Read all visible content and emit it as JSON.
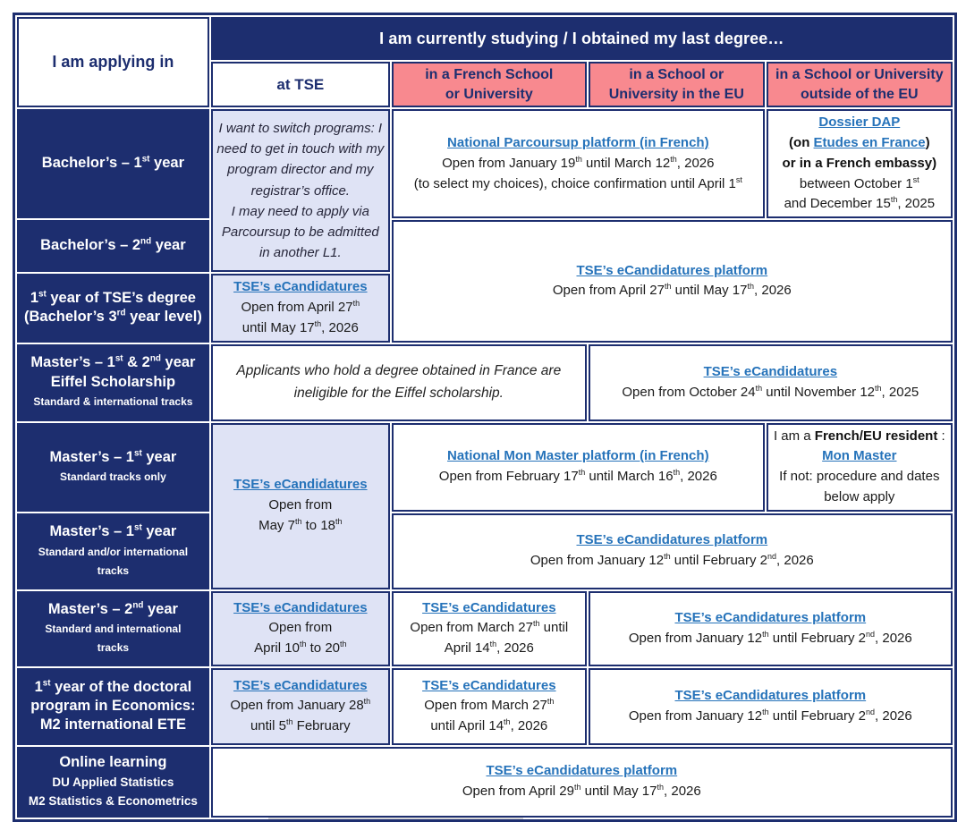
{
  "colors": {
    "navy": "#1d2e6f",
    "pink": "#f8898f",
    "lavender": "#dfe3f5",
    "link": "#2673ba"
  },
  "cells": {
    "corner": {
      "lines": [
        [
          {
            "t": "I am applying in"
          }
        ]
      ]
    },
    "topband": {
      "lines": [
        [
          {
            "t": "I am currently studying / I obtained my last degree…"
          }
        ]
      ]
    },
    "h_tse": {
      "lines": [
        [
          {
            "t": "at TSE"
          }
        ]
      ]
    },
    "h_fr": {
      "lines": [
        [
          {
            "t": "in a French School"
          }
        ],
        [
          {
            "t": "or University"
          }
        ]
      ]
    },
    "h_eu": {
      "lines": [
        [
          {
            "t": "in a School or"
          }
        ],
        [
          {
            "t": "University in the EU"
          }
        ]
      ]
    },
    "h_noneu": {
      "lines": [
        [
          {
            "t": "in a School or University"
          }
        ],
        [
          {
            "t": "outside of the EU"
          }
        ]
      ]
    },
    "r_bachelor1": {
      "lines": [
        [
          {
            "t": "Bachelor’s – 1^{st} year"
          }
        ]
      ]
    },
    "r_bachelor2": {
      "lines": [
        [
          {
            "t": "Bachelor’s – 2^{nd} year"
          }
        ]
      ]
    },
    "r_l3": {
      "lines": [
        [
          {
            "t": "1^{st} year of TSE’s degree"
          }
        ],
        [
          {
            "t": "(Bachelor’s 3^{rd} year level)"
          }
        ]
      ]
    },
    "r_eiffel": {
      "lines": [
        [
          {
            "t": "Master’s – 1^{st} & 2^{nd} year"
          }
        ],
        [
          {
            "t": "Eiffel Scholarship"
          }
        ],
        [
          {
            "t": "Standard & international tracks",
            "c": "sub"
          }
        ]
      ]
    },
    "r_m1_std": {
      "lines": [
        [
          {
            "t": "Master’s – 1^{st} year"
          }
        ],
        [
          {
            "t": "Standard tracks only",
            "c": "sub"
          }
        ]
      ]
    },
    "r_m1_intl": {
      "lines": [
        [
          {
            "t": "Master’s – 1^{st} year"
          }
        ],
        [
          {
            "t": "Standard and/or international",
            "c": "sub"
          }
        ],
        [
          {
            "t": "tracks",
            "c": "sub"
          }
        ]
      ]
    },
    "r_m2": {
      "lines": [
        [
          {
            "t": "Master’s – 2^{nd} year"
          }
        ],
        [
          {
            "t": "Standard and international",
            "c": "sub"
          }
        ],
        [
          {
            "t": "tracks",
            "c": "sub"
          }
        ]
      ]
    },
    "r_phd": {
      "lines": [
        [
          {
            "t": "1^{st} year of the doctoral"
          }
        ],
        [
          {
            "t": "program in Economics:"
          }
        ],
        [
          {
            "t": "M2 international ETE"
          }
        ]
      ]
    },
    "r_online": {
      "lines": [
        [
          {
            "t": "Online learning"
          }
        ],
        [
          {
            "t": "DU Applied Statistics",
            "c": "sub2"
          }
        ],
        [
          {
            "t": "M2 Statistics & Econometrics",
            "c": "sub2"
          }
        ]
      ]
    },
    "switch_note": {
      "lines": [
        [
          {
            "t": "I want to switch programs: I"
          }
        ],
        [
          {
            "t": "need to get in touch with my"
          }
        ],
        [
          {
            "t": "program director and my"
          }
        ],
        [
          {
            "t": "registrar’s office."
          }
        ],
        [
          {
            "t": "I may need to apply via"
          }
        ],
        [
          {
            "t": "Parcoursup to be admitted"
          }
        ],
        [
          {
            "t": "in another L1."
          }
        ]
      ]
    },
    "parcoursup": {
      "lines": [
        [
          {
            "t": "National Parcoursup platform (in French)",
            "c": "lnk",
            "name": "parcoursup-platform-link"
          }
        ],
        [
          {
            "t": "Open from January 19^{th} until March 12^{th}, 2026"
          }
        ],
        [
          {
            "t": "(to select my choices), choice confirmation until April 1^{st}"
          }
        ]
      ]
    },
    "dossier_dap": {
      "lines": [
        [
          {
            "t": "Dossier DAP",
            "c": "lnk",
            "name": "dossier-dap-link"
          }
        ],
        [
          {
            "t": "(on ",
            "c": "b"
          },
          {
            "t": "Etudes en France",
            "c": "lnk",
            "name": "etudes-en-france-link"
          },
          {
            "t": ")",
            "c": "b"
          }
        ],
        [
          {
            "t": "or in a French embassy)",
            "c": "b"
          }
        ],
        [
          {
            "t": "between October 1^{st}"
          }
        ],
        [
          {
            "t": "and December 15^{th}, 2025"
          }
        ]
      ]
    },
    "ecand_bachelor": {
      "lines": [
        [
          {
            "t": "TSE’s eCandidatures platform",
            "c": "lnk",
            "name": "ecandidatures-platform-link"
          }
        ],
        [
          {
            "t": "Open from April 27^{th} until May 17^{th}, 2026"
          }
        ]
      ]
    },
    "ecand_l3": {
      "lines": [
        [
          {
            "t": "TSE’s eCandidatures",
            "c": "lnk",
            "name": "ecandidatures-link"
          }
        ],
        [
          {
            "t": "Open from April 27^{th}"
          }
        ],
        [
          {
            "t": "until May 17^{th}, 2026"
          }
        ]
      ]
    },
    "eiffel_note": {
      "lines": [
        [
          {
            "t": "Applicants who hold a degree obtained in France are"
          }
        ],
        [
          {
            "t": "ineligible for the Eiffel scholarship."
          }
        ]
      ]
    },
    "ecand_eiffel": {
      "lines": [
        [
          {
            "t": "TSE’s eCandidatures",
            "c": "lnk",
            "name": "ecandidatures-link"
          }
        ],
        [
          {
            "t": "Open from October 24^{th} until November 12^{th}, 2025"
          }
        ]
      ]
    },
    "ecand_m1": {
      "lines": [
        [
          {
            "t": "TSE’s eCandidatures",
            "c": "lnk",
            "name": "ecandidatures-link"
          }
        ],
        [
          {
            "t": "Open from"
          }
        ],
        [
          {
            "t": "May 7^{th} to 18^{th}"
          }
        ]
      ]
    },
    "mon_master": {
      "lines": [
        [
          {
            "t": "National Mon Master platform (in French)",
            "c": "lnk",
            "name": "mon-master-platform-link"
          }
        ],
        [
          {
            "t": "Open from February 17^{th} until March 16^{th}, 2026"
          }
        ]
      ]
    },
    "resident": {
      "lines": [
        [
          {
            "t": "I am a "
          },
          {
            "t": "French/EU resident",
            "c": "b"
          },
          {
            "t": " :"
          }
        ],
        [
          {
            "t": "Mon Master",
            "c": "lnk",
            "name": "mon-master-link"
          }
        ],
        [
          {
            "t": "If not: procedure and dates"
          }
        ],
        [
          {
            "t": "below apply"
          }
        ]
      ]
    },
    "ecand_m1_platform": {
      "lines": [
        [
          {
            "t": "TSE’s eCandidatures platform",
            "c": "lnk",
            "name": "ecandidatures-platform-link"
          }
        ],
        [
          {
            "t": "Open from January 12^{th} until February 2^{nd}, 2026"
          }
        ]
      ]
    },
    "ecand_m2": {
      "lines": [
        [
          {
            "t": "TSE’s eCandidatures",
            "c": "lnk",
            "name": "ecandidatures-link"
          }
        ],
        [
          {
            "t": "Open from"
          }
        ],
        [
          {
            "t": "April 10^{th} to 20^{th}"
          }
        ]
      ]
    },
    "ecand_m2_fr": {
      "lines": [
        [
          {
            "t": "TSE’s eCandidatures",
            "c": "lnk",
            "name": "ecandidatures-link"
          }
        ],
        [
          {
            "t": "Open from March 27^{th} until"
          }
        ],
        [
          {
            "t": "April 14^{th}, 2026"
          }
        ]
      ]
    },
    "ecand_m2_platform": {
      "lines": [
        [
          {
            "t": "TSE’s eCandidatures platform",
            "c": "lnk",
            "name": "ecandidatures-platform-link"
          }
        ],
        [
          {
            "t": "Open from January 12^{th} until February 2^{nd}, 2026"
          }
        ]
      ]
    },
    "ecand_phd": {
      "lines": [
        [
          {
            "t": "TSE’s eCandidatures",
            "c": "lnk",
            "name": "ecandidatures-link"
          }
        ],
        [
          {
            "t": "Open from January 28^{th}"
          }
        ],
        [
          {
            "t": "until 5^{th} February"
          }
        ]
      ]
    },
    "ecand_phd_fr": {
      "lines": [
        [
          {
            "t": "TSE’s eCandidatures",
            "c": "lnk",
            "name": "ecandidatures-link"
          }
        ],
        [
          {
            "t": "Open from March 27^{th}"
          }
        ],
        [
          {
            "t": "until April 14^{th}, 2026"
          }
        ]
      ]
    },
    "ecand_phd_platform": {
      "lines": [
        [
          {
            "t": "TSE’s eCandidatures platform",
            "c": "lnk",
            "name": "ecandidatures-platform-link"
          }
        ],
        [
          {
            "t": "Open from January 12^{th} until February 2^{nd}, 2026"
          }
        ]
      ]
    },
    "ecand_online": {
      "lines": [
        [
          {
            "t": "TSE’s eCandidatures platform",
            "c": "lnk",
            "name": "ecandidatures-platform-link"
          }
        ],
        [
          {
            "t": "Open from April 29^{th} until May 17^{th}, 2026"
          }
        ]
      ]
    }
  }
}
